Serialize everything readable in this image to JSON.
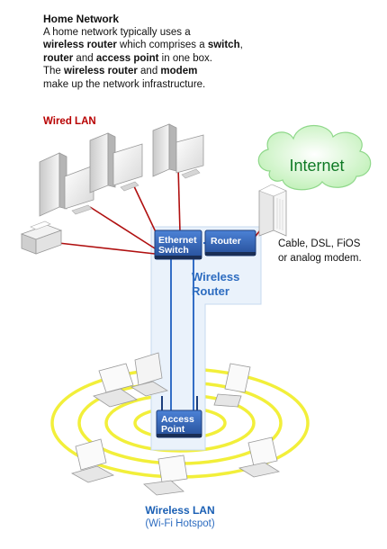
{
  "intro": {
    "title": "Home Network",
    "line1": "A home network typically uses a",
    "line2_b1": "wireless router",
    "line2_t": " which comprises a ",
    "line2_b2": "switch",
    "line2_end": ",",
    "line3_b1": "router",
    "line3_t": " and ",
    "line3_b2": "access point",
    "line3_end": " in one box.",
    "line4_t1": "The ",
    "line4_b1": "wireless router",
    "line4_t2": " and ",
    "line4_b2": "modem",
    "line5": "make up the network infrastructure."
  },
  "labels": {
    "wired_lan": "Wired LAN",
    "internet": "Internet",
    "ethernet_switch_1": "Ethernet",
    "ethernet_switch_2": "Switch",
    "router": "Router",
    "wireless_router_1": "Wireless",
    "wireless_router_2": "Router",
    "access_point_1": "Access",
    "access_point_2": "Point",
    "modem_line1": "Cable, DSL, FiOS",
    "modem_line2": "or analog modem.",
    "wireless_lan": "Wireless LAN",
    "hotspot": "(Wi-Fi Hotspot)"
  },
  "colors": {
    "wired_line": "#b01010",
    "blue_line": "#1f5fc0",
    "yellow_ring": "#f2ef3a",
    "router_panel": "#eaf2fb",
    "box_blue": "#2f62b5",
    "cloud": "#c8f2c0",
    "wireless_text": "#2d6cc0"
  }
}
